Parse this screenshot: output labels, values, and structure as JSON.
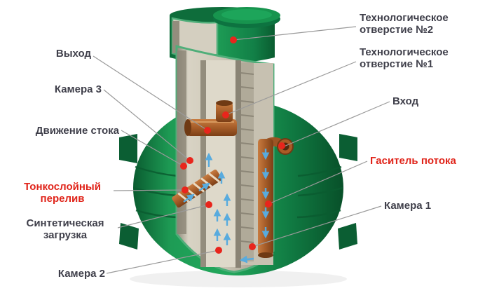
{
  "diagram": {
    "labels": {
      "outlet": {
        "text": "Выход"
      },
      "chamber3": {
        "text": "Камера 3"
      },
      "flow_movement": {
        "text": "Движение стока"
      },
      "thin_layer_overflow": {
        "text": "Тонкослойный перелив"
      },
      "synthetic_load": {
        "text": "Синтетическая загрузка"
      },
      "chamber2": {
        "text": "Камера 2"
      },
      "tech_hole_2": {
        "text": "Технологическое отверстие №2"
      },
      "tech_hole_1": {
        "text": "Технологическое отверстие №1"
      },
      "inlet": {
        "text": "Вход"
      },
      "flow_damper": {
        "text": "Гаситель потока"
      },
      "chamber1": {
        "text": "Камера 1"
      }
    },
    "colors": {
      "label_text": "#3f3f4a",
      "label_accent": "#e0241a",
      "leader_line": "#9a9a9a",
      "marker_dot": "#e8251c",
      "tank_green": "#17944e",
      "tank_green_dark": "#0a5c30",
      "pipe_brown": "#a55c28",
      "interior_beige": "#cfc9b9",
      "arrow_blue": "#58abde"
    }
  }
}
